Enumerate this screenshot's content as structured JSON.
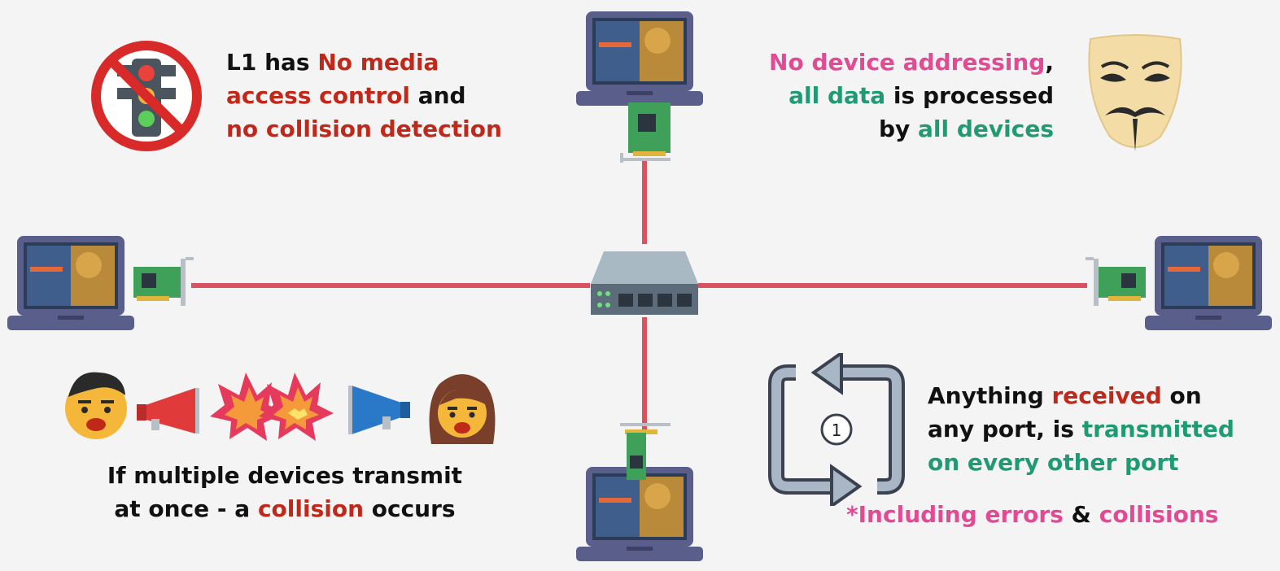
{
  "colors": {
    "red": "#c0281a",
    "pink": "#e24b93",
    "green": "#1f9a73",
    "cable": "#d9535f"
  },
  "notes": {
    "top_left": {
      "l1": [
        "L1 has ",
        "No media"
      ],
      "l2": [
        "access control",
        " and"
      ],
      "l3": [
        "no collision detection"
      ]
    },
    "top_right": {
      "l1": [
        "No device addressing",
        ","
      ],
      "l2": [
        "all data",
        " is processed"
      ],
      "l3": [
        "by ",
        "all devices"
      ]
    },
    "bottom_left": {
      "l1": [
        "If multiple devices transmit"
      ],
      "l2": [
        "at once - a ",
        "collision",
        " occurs"
      ]
    },
    "bottom_right": {
      "l1": [
        "Anything ",
        "received",
        " on"
      ],
      "l2": [
        "any port, is ",
        "transmitted"
      ],
      "l3": [
        "on every other port"
      ],
      "l4": [
        "*Including errors",
        " & ",
        "collisions"
      ]
    }
  },
  "repeat_badge": "1",
  "icons": {
    "no_traffic_light": "no-traffic-light-icon",
    "mask": "guy-fawkes-mask-icon",
    "hub": "network-hub-icon",
    "laptop": "laptop-icon",
    "nic": "network-card-icon",
    "repeat": "repeat-cycle-icon"
  }
}
